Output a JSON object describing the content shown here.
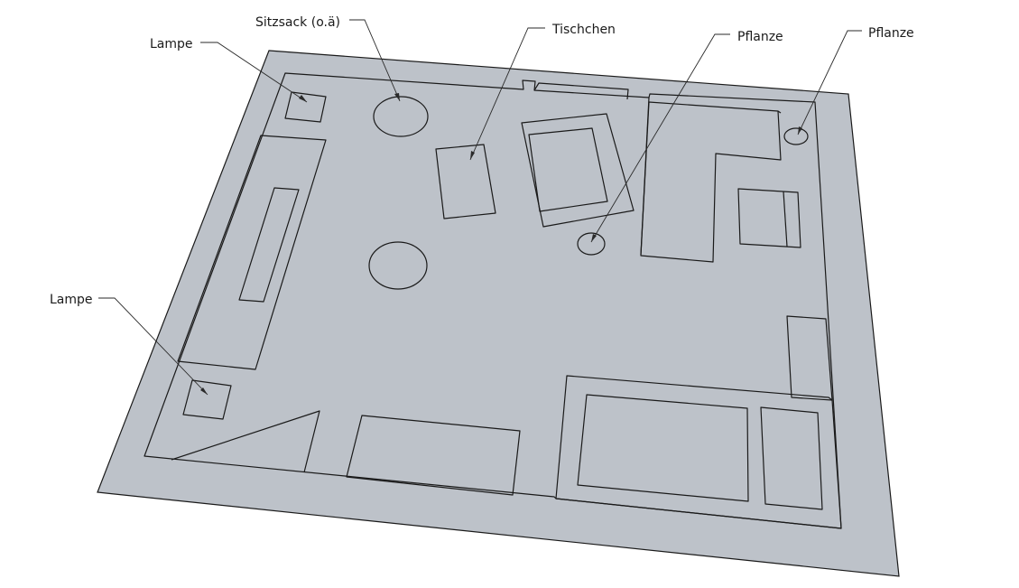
{
  "labels": {
    "lampe_top": "Lampe",
    "sitzsack": "Sitzsack (o.ä)",
    "tischchen": "Tischchen",
    "pflanze_center": "Pflanze",
    "pflanze_right": "Pflanze",
    "lampe_left": "Lampe"
  },
  "colors": {
    "floor": "#bdc2c9",
    "outline": "#1a1a1a",
    "background": "#ffffff"
  }
}
